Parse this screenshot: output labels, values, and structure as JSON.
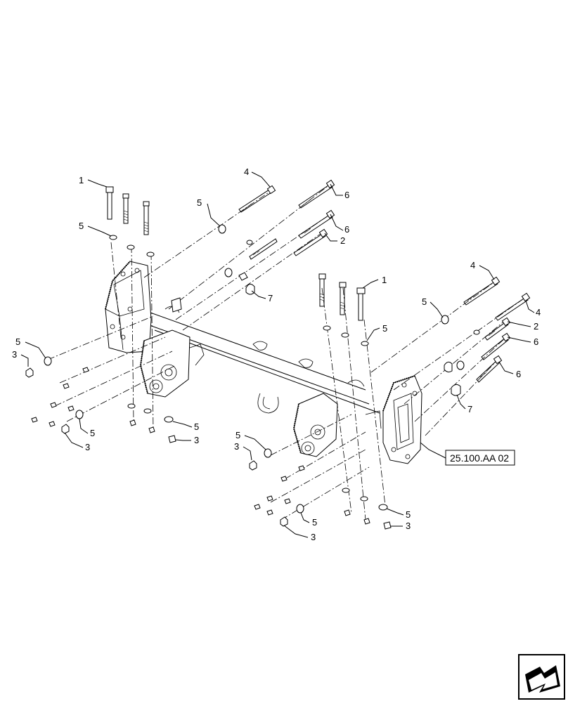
{
  "diagram": {
    "callouts": {
      "c1a": "1",
      "c5a": "5",
      "c5b": "5",
      "c4a": "4",
      "c6a": "6",
      "c6b": "6",
      "c2a": "2",
      "c7a": "7",
      "c5c": "5",
      "c3c": "3",
      "c5d": "5",
      "c3d": "3",
      "c5e": "5",
      "c3e": "3",
      "c1b": "1",
      "c5f": "5",
      "c4b": "4",
      "c5g": "5",
      "c4c": "4",
      "c2b": "2",
      "c6c": "6",
      "c6d": "6",
      "c7b": "7",
      "c5h": "5",
      "c3h": "3",
      "c5i": "5",
      "c3i": "3",
      "c5j": "5",
      "c3j": "3"
    },
    "reference_label": "25.100.AA 02",
    "nav_icon": "next-page-arrow-icon"
  }
}
